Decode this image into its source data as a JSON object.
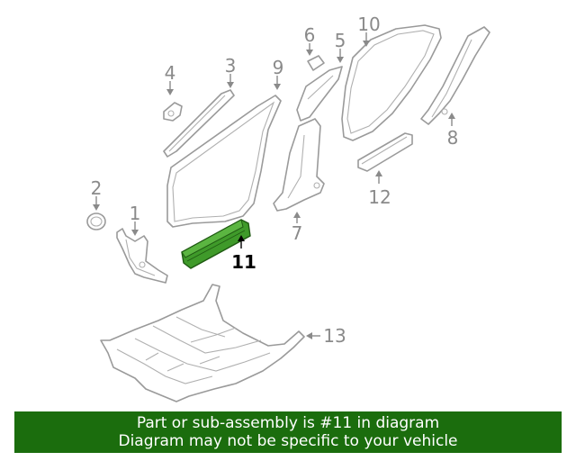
{
  "diagram": {
    "highlight_color": "#3f9a2a",
    "callouts": [
      "1",
      "2",
      "3",
      "4",
      "5",
      "6",
      "7",
      "8",
      "9",
      "10",
      "11",
      "12",
      "13"
    ],
    "highlighted_part": "11"
  },
  "banner": {
    "line1": "Part or sub-assembly is #11 in diagram",
    "line2": "Diagram may not be specific to your vehicle",
    "background": "#1b6d0d"
  }
}
